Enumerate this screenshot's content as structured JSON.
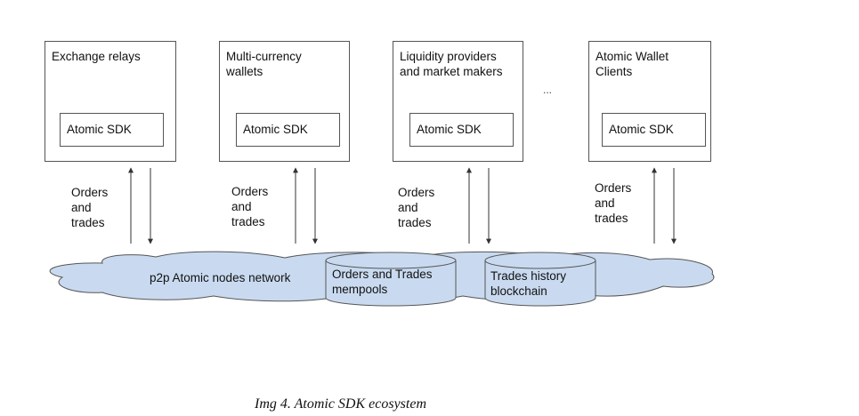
{
  "components": [
    {
      "title": "Exchange relays",
      "sdk": "Atomic SDK"
    },
    {
      "title": "Multi-currency\nwallets",
      "sdk": "Atomic SDK"
    },
    {
      "title": "Liquidity providers\nand market makers",
      "sdk": "Atomic SDK"
    },
    {
      "title": "Atomic Wallet\nClients",
      "sdk": "Atomic SDK"
    }
  ],
  "ellipsis": "...",
  "flow_label": "Orders\nand\ntrades",
  "network": {
    "label": "p2p Atomic nodes network",
    "mempools": "Orders and Trades\nmempools",
    "blockchain": "Trades history\nblockchain"
  },
  "caption": "Img 4. Atomic SDK ecosystem",
  "colors": {
    "cloud_fill": "#c9daf0",
    "cloud_stroke": "#555555",
    "border": "#555555"
  }
}
